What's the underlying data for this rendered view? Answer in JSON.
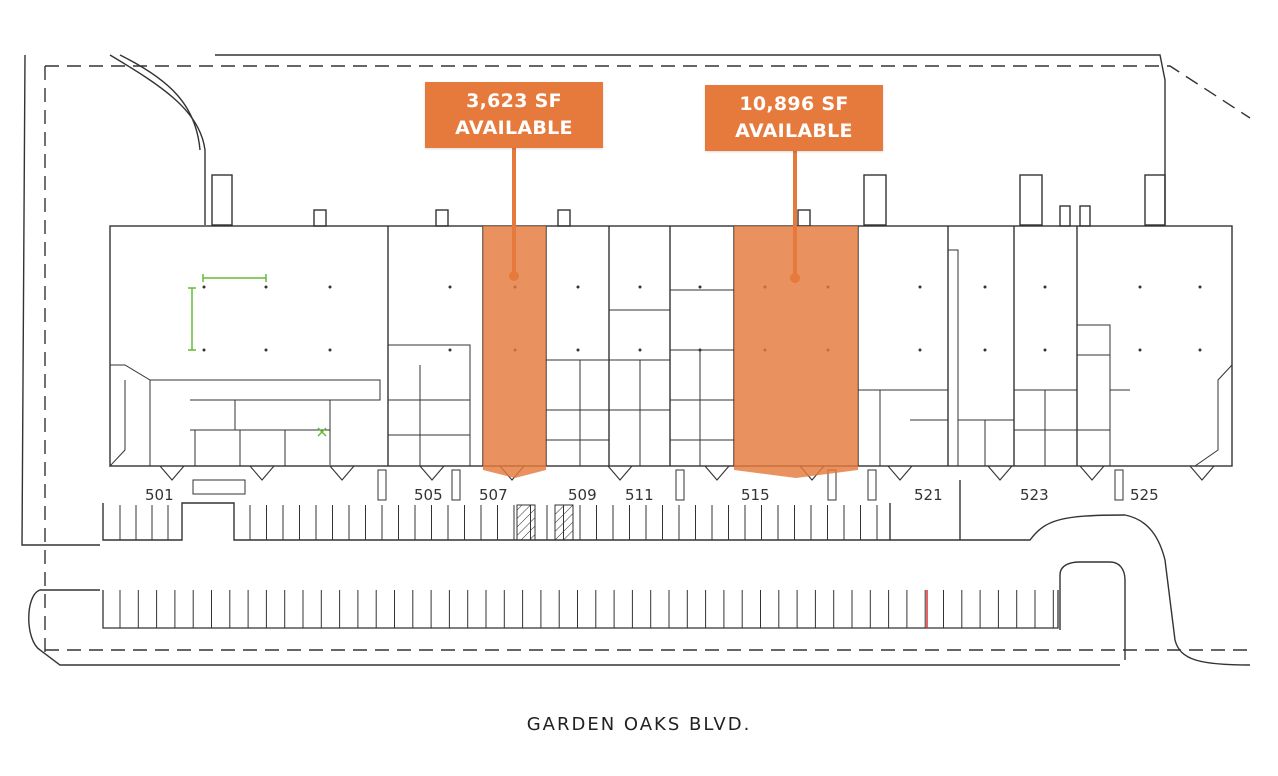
{
  "callouts": [
    {
      "size": "3,623 SF",
      "status": "AVAILABLE"
    },
    {
      "size": "10,896 SF",
      "status": "AVAILABLE"
    }
  ],
  "units": [
    "501",
    "505",
    "507",
    "509",
    "511",
    "515",
    "521",
    "523",
    "525"
  ],
  "street": "GARDEN OAKS BLVD.",
  "colors": {
    "highlight": "#e57a3c",
    "line": "#333333",
    "accent_green": "#66bb33",
    "accent_red": "#e03030"
  }
}
